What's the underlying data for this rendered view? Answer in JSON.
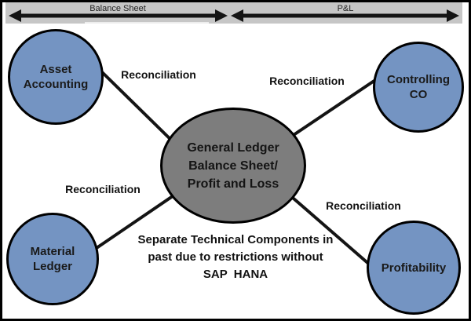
{
  "header": {
    "left_arrow_label": "Balance Sheet",
    "right_arrow_label": "P&L"
  },
  "center_node": {
    "lines": [
      "General Ledger",
      "Balance Sheet/",
      "Profit and Loss"
    ]
  },
  "nodes": {
    "asset_accounting": {
      "lines": [
        "Asset",
        "Accounting"
      ]
    },
    "controlling_co": {
      "lines": [
        "Controlling",
        "CO"
      ]
    },
    "material_ledger": {
      "lines": [
        "Material",
        "Ledger"
      ]
    },
    "profitability": {
      "lines": [
        "Profitability"
      ]
    }
  },
  "connector_labels": {
    "top_left": "Reconciliation",
    "top_right": "Reconciliation",
    "bottom_left": "Reconciliation",
    "bottom_right": "Reconciliation"
  },
  "note": {
    "lines": [
      "Separate Technical Components in",
      "past due to restrictions without",
      "SAP  HANA"
    ]
  },
  "colors": {
    "node_fill": "#7494c2",
    "center_fill": "#7d7d7d",
    "banner_bg": "#c6c6c6",
    "stroke": "#000000",
    "background": "#ffffff"
  }
}
